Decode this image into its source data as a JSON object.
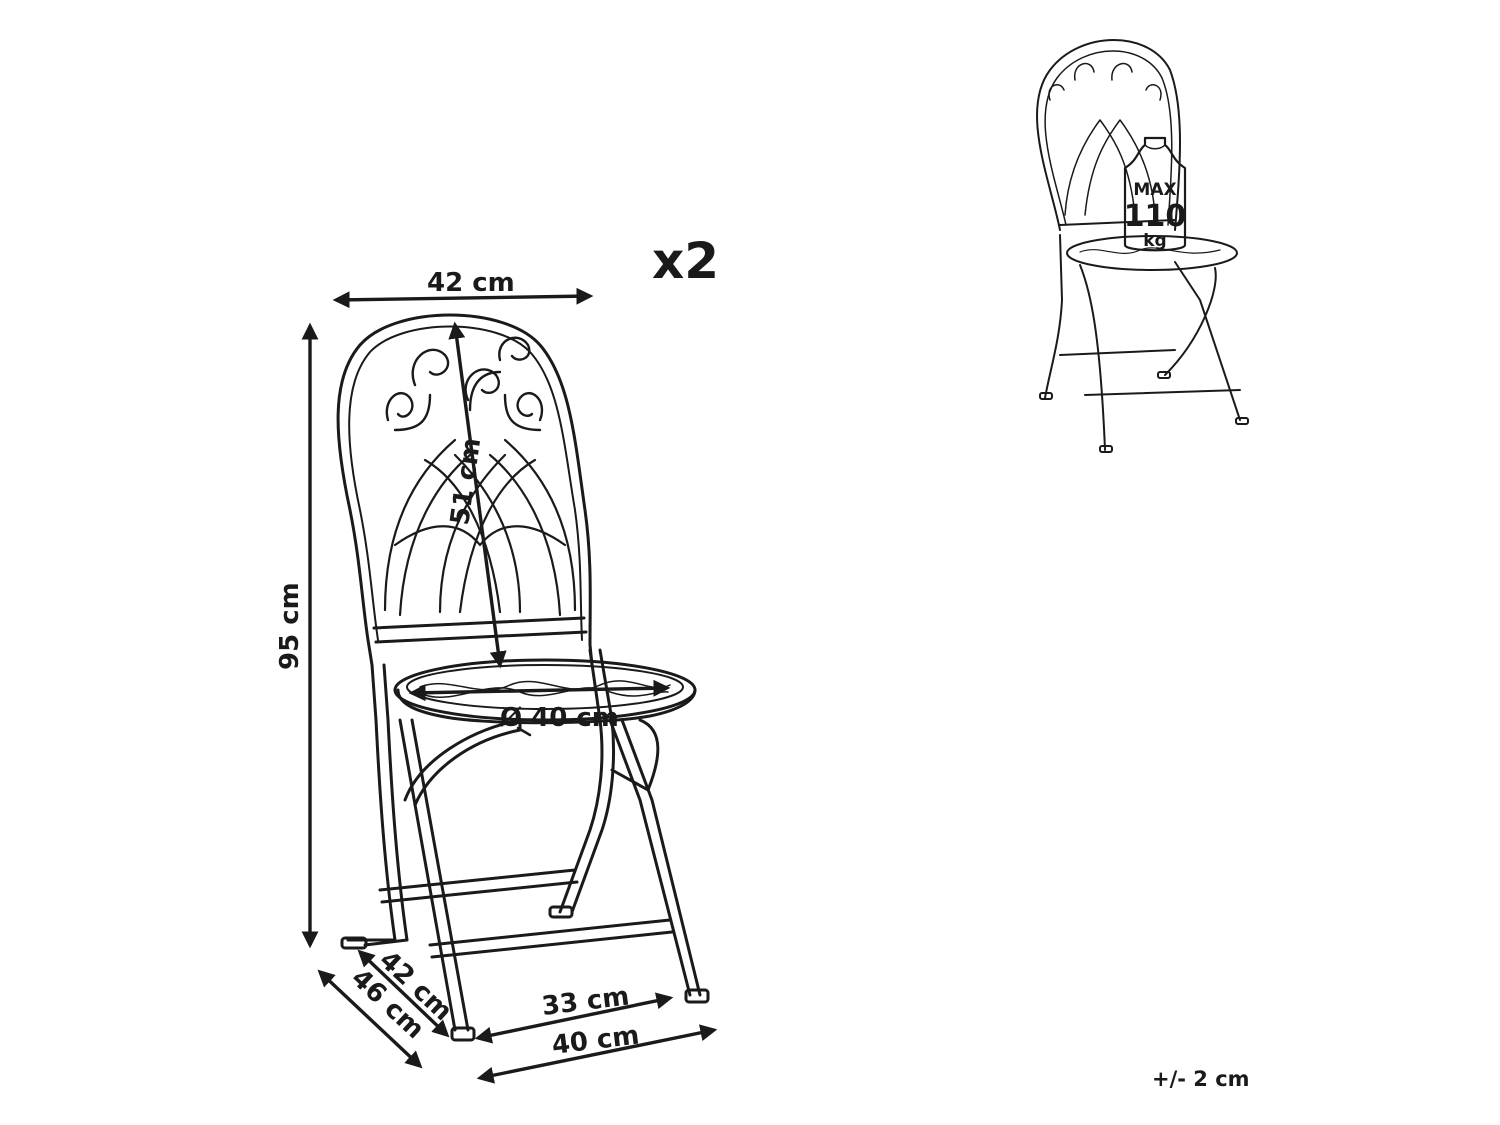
{
  "quantity": "x2",
  "dimensions": {
    "back_width": "42 cm",
    "total_height": "95 cm",
    "backrest_height": "51 cm",
    "seat_diameter": "Ø 40 cm",
    "depth_inner": "42 cm",
    "depth_outer": "46 cm",
    "width_inner": "33 cm",
    "width_outer": "40 cm"
  },
  "load": {
    "max_label": "MAX",
    "value": "110",
    "unit": "kg"
  },
  "tolerance": "+/- 2 cm",
  "colors": {
    "ink": "#1a1a1a",
    "background": "#ffffff"
  }
}
